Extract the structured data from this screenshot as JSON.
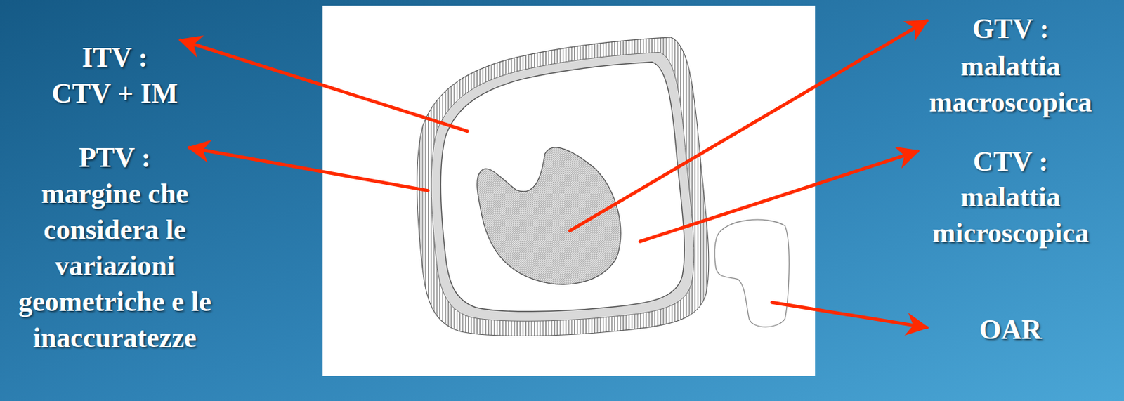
{
  "diagram": {
    "labels": [
      "ITV :",
      "CTV + IM",
      "PTV :",
      "margine che considera le variazioni geometriche e le inaccuratezze",
      "GTV :",
      "malattia macroscopica",
      "CTV :",
      "malattia microscopica",
      "OAR"
    ]
  }
}
